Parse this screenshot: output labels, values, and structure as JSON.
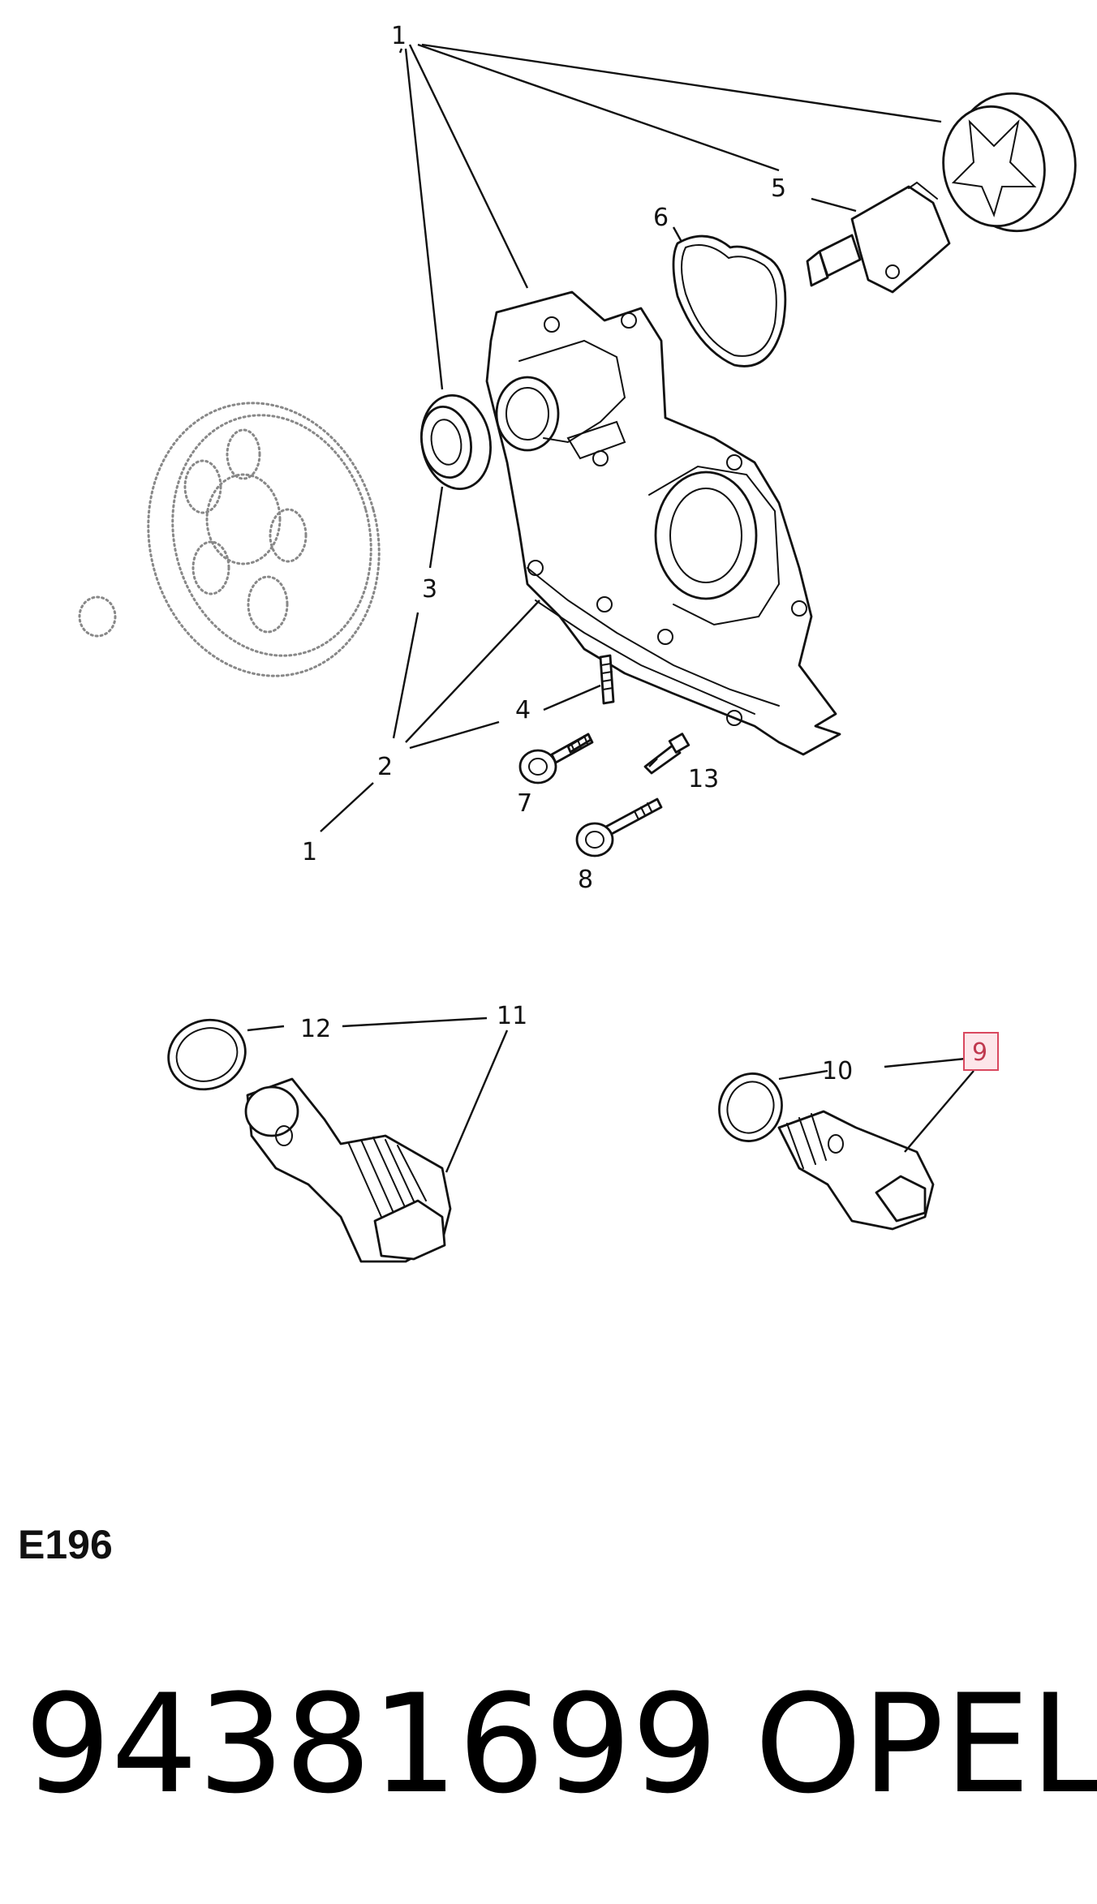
{
  "diagram": {
    "callouts": {
      "c1_top": "1",
      "c1_bottom": "1",
      "c2": "2",
      "c3": "3",
      "c4": "4",
      "c5": "5",
      "c6": "6",
      "c7": "7",
      "c8": "8",
      "c9": "9",
      "c10": "10",
      "c11": "11",
      "c12": "12",
      "c13": "13"
    },
    "highlighted_callout": "9",
    "highlight_color": "#d9485f"
  },
  "footer": {
    "diagram_code": "E196",
    "part_number": "94381699",
    "brand": "OPEL"
  }
}
